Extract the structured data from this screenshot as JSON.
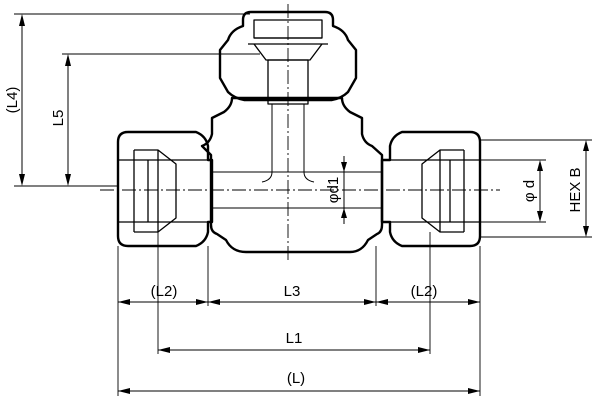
{
  "drawing": {
    "labels": {
      "L4": "(L4)",
      "L5": "L5",
      "d1": "φd1",
      "d": "φ d",
      "hex": "HEX B",
      "L2_left": "(L2)",
      "L3": "L3",
      "L2_right": "(L2)",
      "L1": "L1",
      "L": "(L)"
    }
  }
}
